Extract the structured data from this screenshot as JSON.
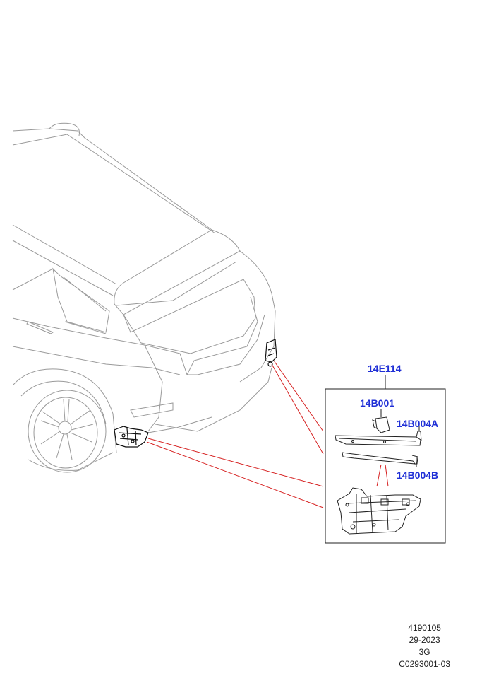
{
  "callouts": {
    "assembly": "14E114",
    "module": "14B001",
    "bracket_a": "14B004A",
    "bracket_b": "14B004B"
  },
  "footer": {
    "line1": "4190105",
    "line2": "29-2023",
    "line3": "3G",
    "line4": "C0293001-03"
  },
  "colors": {
    "callout_text": "#1f2fd6",
    "leader_line": "#d62020",
    "outline": "#9a9a9a",
    "detail": "#222222"
  }
}
